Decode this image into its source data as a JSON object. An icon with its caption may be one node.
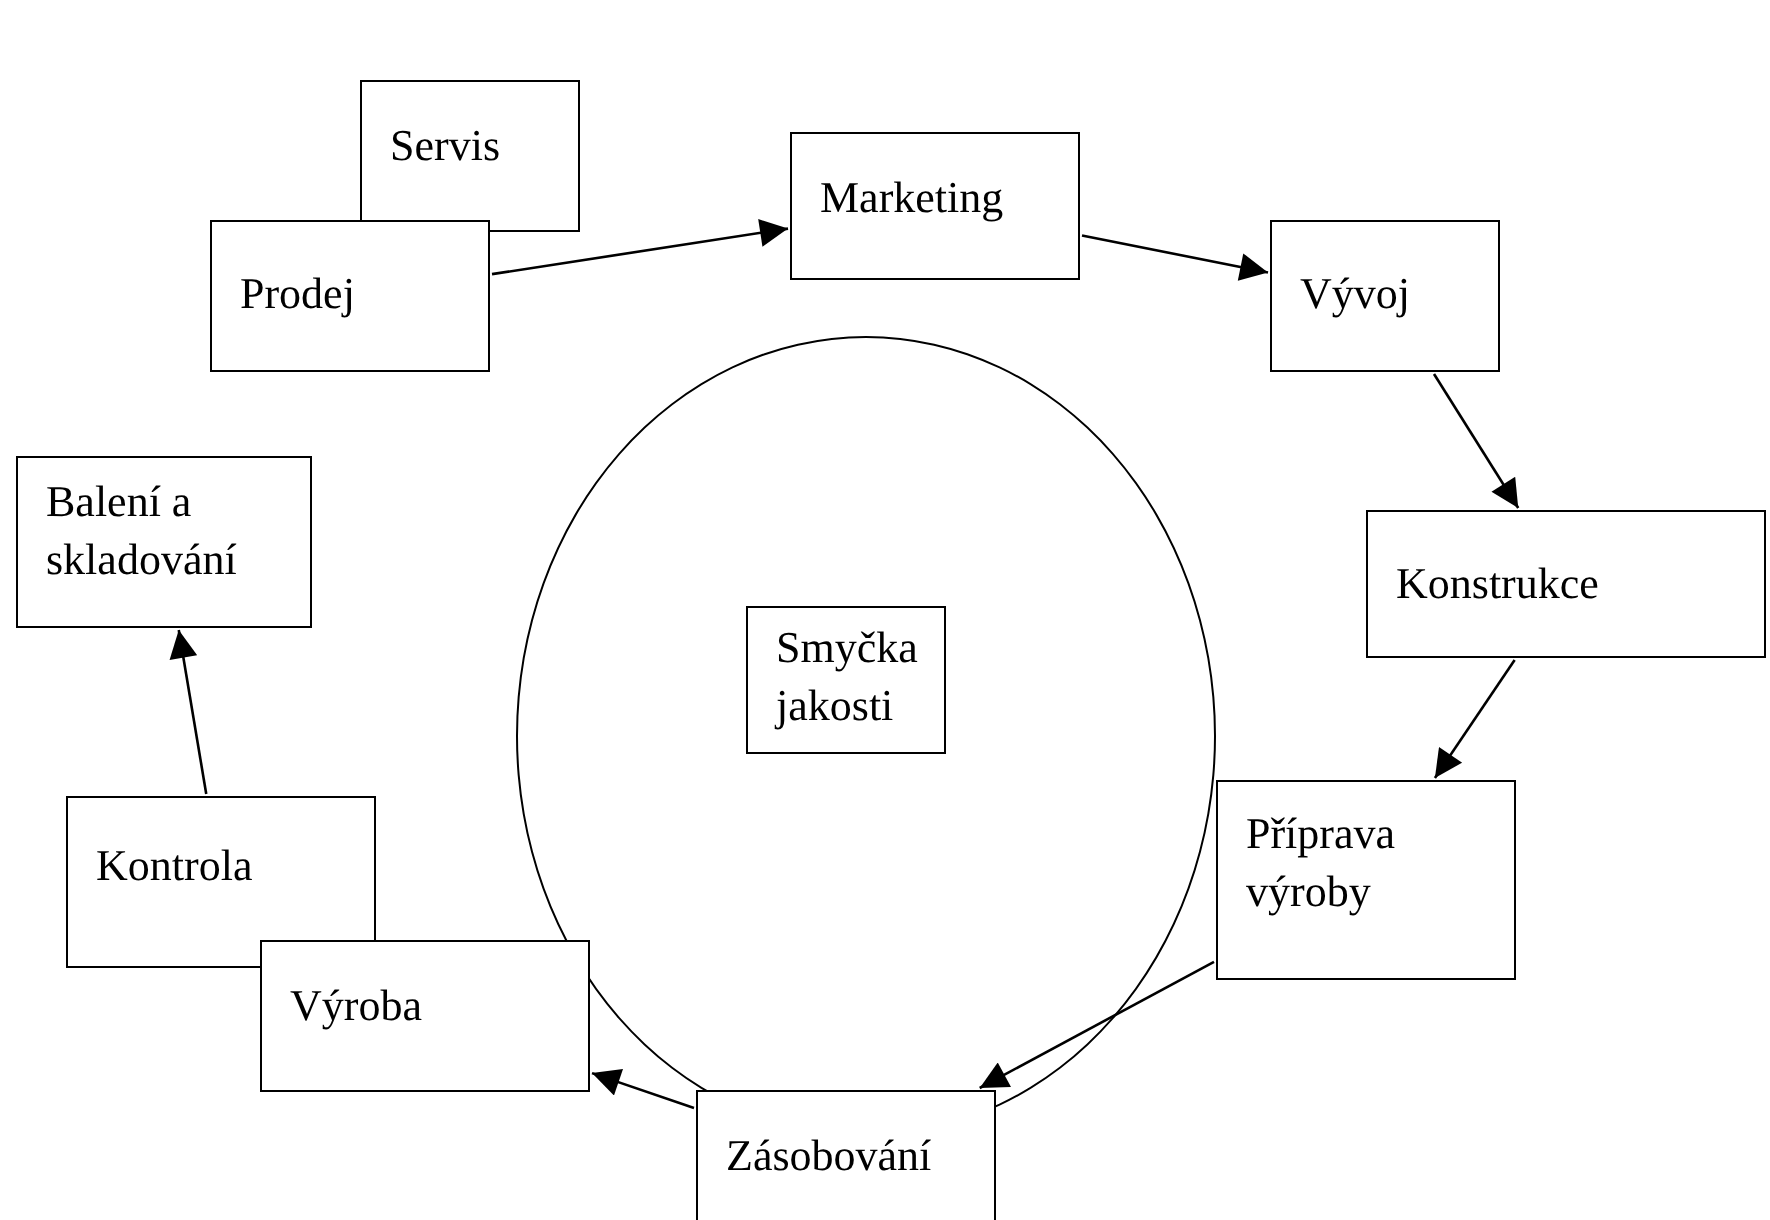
{
  "diagram": {
    "nodes": [
      {
        "text": [],
        "shape": "circle"
      },
      {
        "text": [
          "Smyčka jakosti"
        ],
        "in": 0
      },
      {
        "text": [
          "Servis"
        ]
      },
      {
        "text": [
          "Marketing"
        ]
      },
      {
        "text": [
          "Prodej"
        ]
      },
      {
        "text": [
          "Vývoj"
        ]
      },
      {
        "text": [
          "Balení a skladování"
        ]
      },
      {
        "text": [
          "Konstrukce"
        ]
      },
      {
        "text": [
          "Kontrola"
        ]
      },
      {
        "text": [
          "Příprava výroby"
        ]
      },
      {
        "text": [
          "Výroba"
        ]
      },
      {
        "text": [
          "Zásobování"
        ]
      }
    ],
    "edges": [
      {
        "from": 4,
        "to": 3,
        "arrow": "to"
      },
      {
        "from": 3,
        "to": 5,
        "arrow": "to"
      },
      {
        "from": 5,
        "to": 7,
        "arrow": "to"
      },
      {
        "from": 7,
        "to": 9,
        "arrow": "to"
      },
      {
        "from": 9,
        "to": 11,
        "arrow": "to"
      },
      {
        "from": 11,
        "to": 10,
        "arrow": "to"
      },
      {
        "from": 8,
        "to": 6,
        "arrow": "to"
      }
    ]
  }
}
